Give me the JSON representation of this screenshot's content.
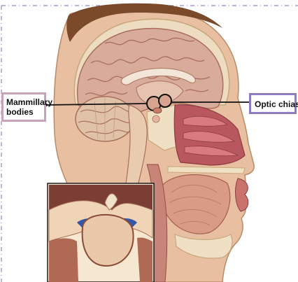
{
  "labels": {
    "mammillary_line1": "Mammillary",
    "mammillary_line2": "bodies",
    "optic_chiasm": "Optic chiasm"
  },
  "colors": {
    "mammillary_border": "#c8a2b8",
    "optic_chiasm_border": "#8f7cc0",
    "frame_dash": "#8f86c8",
    "pointer_line": "#111111"
  }
}
